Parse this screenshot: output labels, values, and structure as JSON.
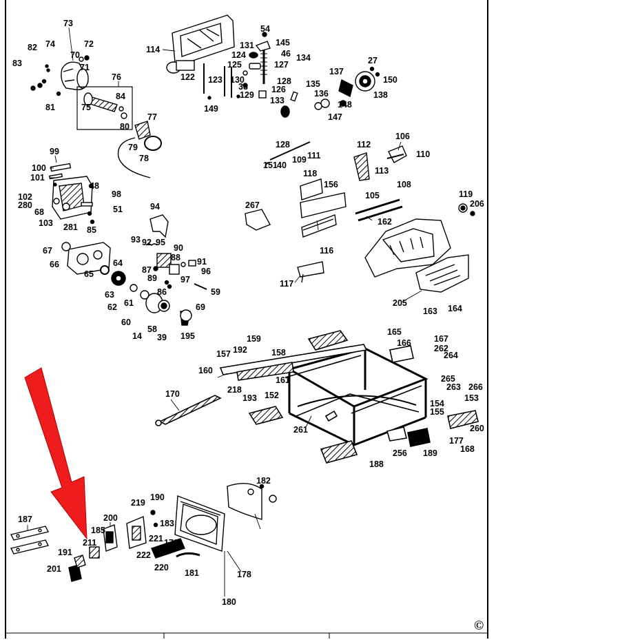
{
  "copyright_symbol": "©",
  "highlight_color": "#ee1c1c",
  "part_labels": [
    "73",
    "74",
    "72",
    "82",
    "70",
    "71",
    "83",
    "81",
    "76",
    "84",
    "75",
    "80",
    "77",
    "79",
    "78",
    "114",
    "54",
    "131",
    "145",
    "46",
    "124",
    "125",
    "127",
    "126",
    "130",
    "133",
    "122",
    "123",
    "128",
    "33",
    "129",
    "149",
    "134",
    "135",
    "27",
    "150",
    "137",
    "138",
    "136",
    "148",
    "147",
    "99",
    "100",
    "101",
    "102",
    "280",
    "68",
    "103",
    "281",
    "48",
    "98",
    "51",
    "85",
    "94",
    "93",
    "92",
    "95",
    "90",
    "88",
    "91",
    "87",
    "96",
    "89",
    "97",
    "86",
    "59",
    "69",
    "67",
    "66",
    "65",
    "64",
    "63",
    "62",
    "61",
    "60",
    "14",
    "58",
    "39",
    "195",
    "128",
    "151",
    "40",
    "109",
    "111",
    "112",
    "106",
    "110",
    "113",
    "108",
    "118",
    "156",
    "105",
    "162",
    "267",
    "116",
    "117",
    "119",
    "206",
    "205",
    "163",
    "164",
    "159",
    "192",
    "158",
    "157",
    "160",
    "161",
    "218",
    "193",
    "152",
    "170",
    "261",
    "165",
    "166",
    "167",
    "262",
    "264",
    "265",
    "263",
    "266",
    "154",
    "153",
    "155",
    "260",
    "177",
    "168",
    "256",
    "189",
    "188",
    "187",
    "200",
    "185",
    "211",
    "191",
    "201",
    "219",
    "190",
    "183",
    "221",
    "222",
    "179",
    "220",
    "181",
    "178",
    "180",
    "182"
  ]
}
